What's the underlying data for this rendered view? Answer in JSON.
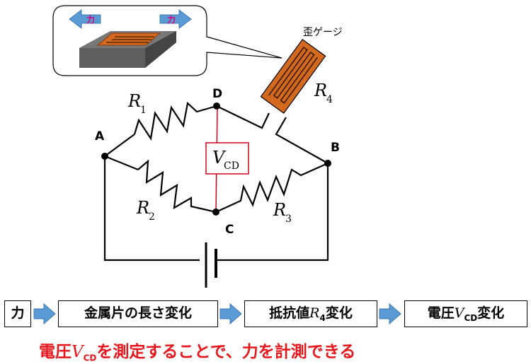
{
  "inset": {
    "force_label_left": "力",
    "force_label_right": "力",
    "plate_color": "#666666",
    "gauge_color": "#d2691e",
    "arrow_color": "#5b9bd5"
  },
  "gauge": {
    "title": "歪ゲージ"
  },
  "nodes": {
    "A": "A",
    "B": "B",
    "C": "C",
    "D": "D"
  },
  "resistors": {
    "r1": {
      "sym": "R",
      "sub": "1"
    },
    "r2": {
      "sym": "R",
      "sub": "2"
    },
    "r3": {
      "sym": "R",
      "sub": "3"
    },
    "r4": {
      "sym": "R",
      "sub": "4"
    }
  },
  "vcd": {
    "sym": "V",
    "sub": "CD",
    "line_color": "#d0021b"
  },
  "flow": {
    "step1": "力",
    "step2": "金属片の長さ変化",
    "step3_pre": "抵抗値",
    "step3_sym": "R",
    "step3_sub": "4",
    "step3_post": "変化",
    "step4_pre": "電圧",
    "step4_sym": "V",
    "step4_sub": "CD",
    "step4_post": "変化",
    "arrow_color": "#5b9bd5"
  },
  "conclusion": {
    "pre": "電圧",
    "sym": "V",
    "sub": "CD",
    "post": "を測定することで、力を計測できる",
    "color": "#e8161b"
  }
}
